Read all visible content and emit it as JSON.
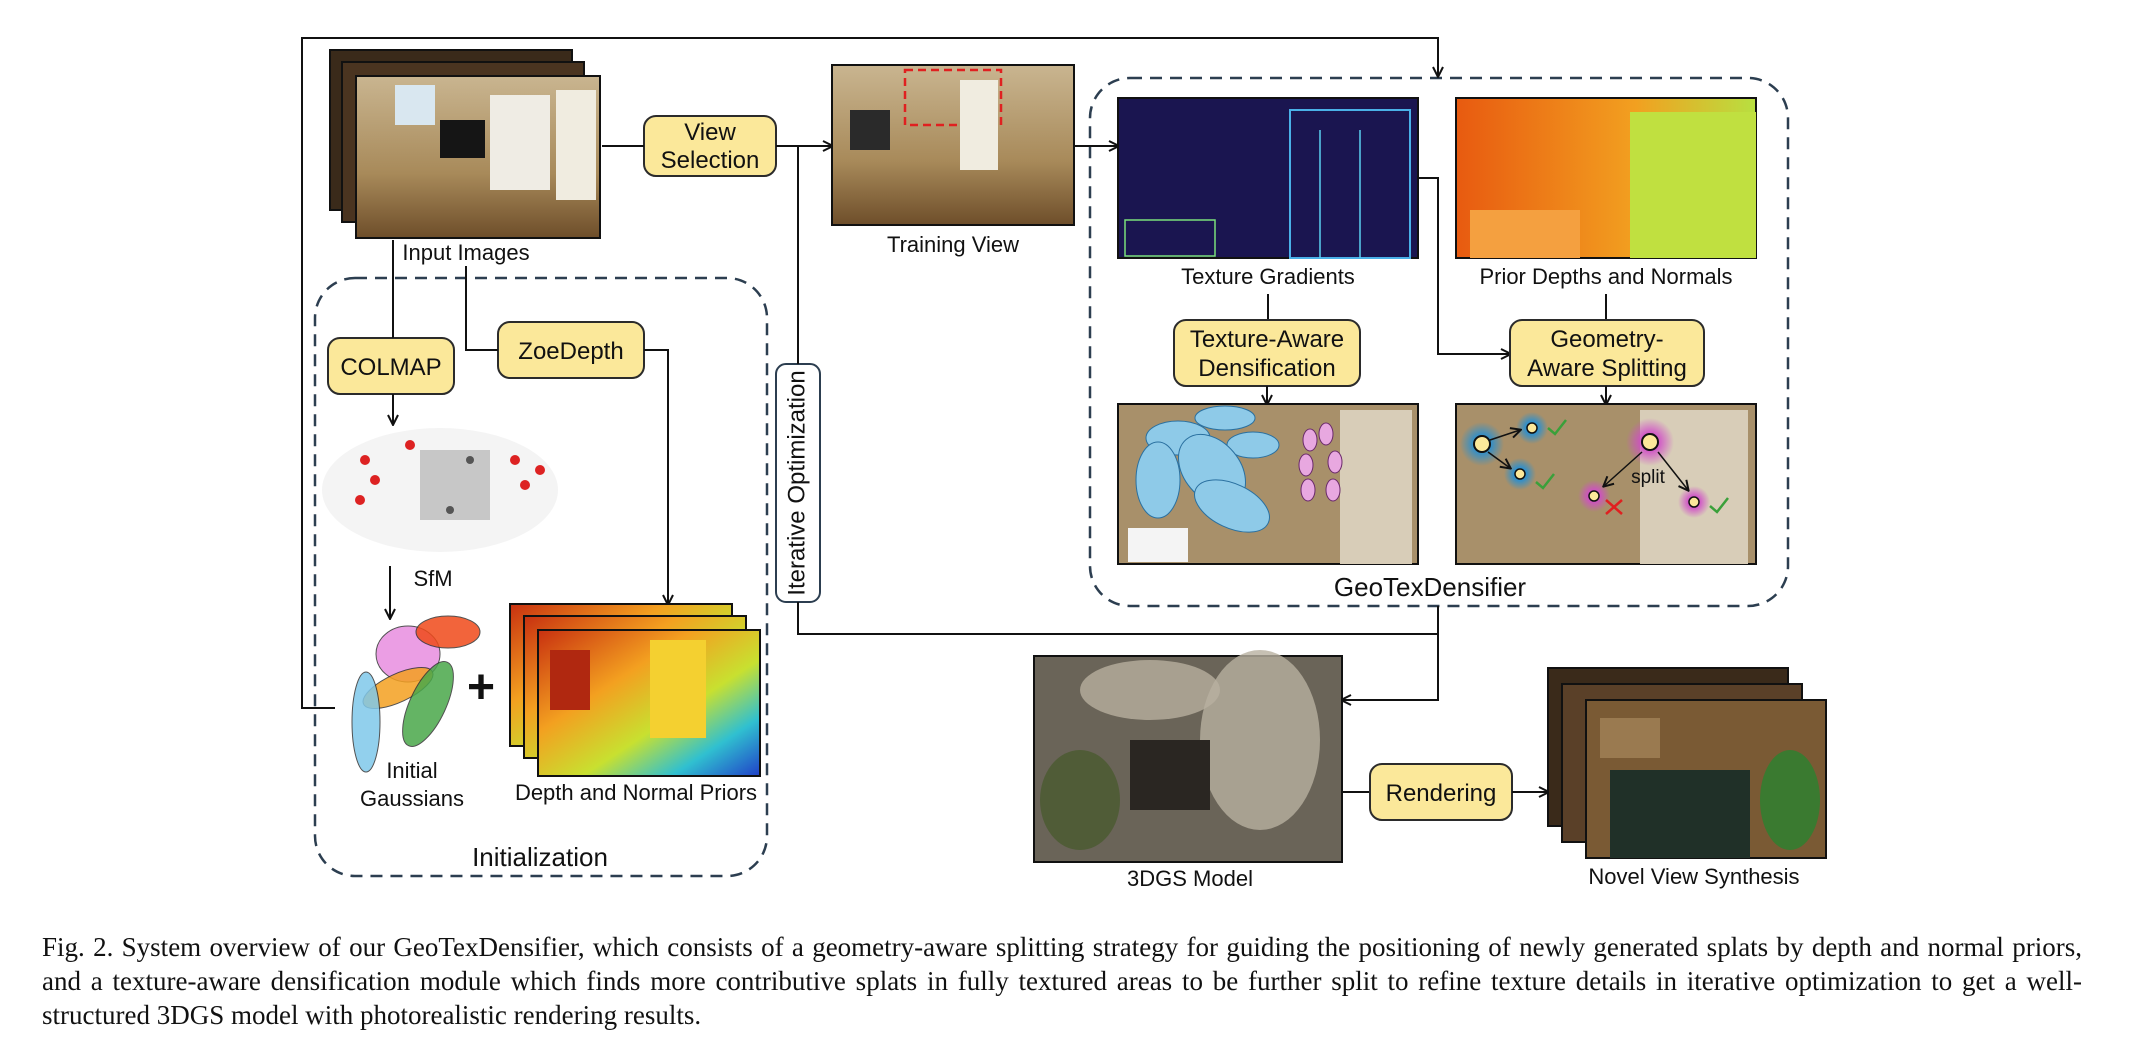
{
  "labels": {
    "input_images": "Input Images",
    "view_selection_1": "View",
    "view_selection_2": "Selection",
    "training_view": "Training View",
    "colmap": "COLMAP",
    "zoedepth": "ZoeDepth",
    "sfm": "SfM",
    "initial_gaussians_1": "Initial",
    "initial_gaussians_2": "Gaussians",
    "plus": "+",
    "depth_normal_priors": "Depth and Normal Priors",
    "initialization": "Initialization",
    "iterative_optimization": "Iterative Optimization",
    "texture_gradients": "Texture Gradients",
    "prior_depths_normals": "Prior Depths and Normals",
    "texture_aware_1": "Texture-Aware",
    "texture_aware_2": "Densification",
    "geometry_aware_1": "Geometry-",
    "geometry_aware_2": "Aware Splitting",
    "split": "split",
    "geotexdensifier": "GeoTexDensifier",
    "model_3dgs": "3DGS Model",
    "rendering": "Rendering",
    "novel_view": "Novel View  Synthesis"
  },
  "caption": "Fig. 2.  System overview of our GeoTexDensifier, which consists of a geometry-aware splitting strategy for guiding the positioning of newly generated splats by depth and normal priors, and a texture-aware densification module which finds more contributive splats in fully textured areas to be further split to refine texture details in iterative optimization to get a well-structured 3DGS model with photorealistic rendering results.",
  "colors": {
    "box_fill": "#fbe89a",
    "box_stroke": "#2b2b2b",
    "dashed_stroke": "#2c3e50",
    "arrow": "#111111"
  }
}
